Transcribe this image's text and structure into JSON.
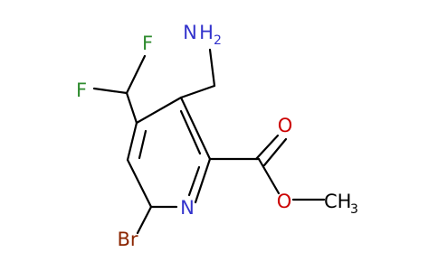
{
  "atoms": {
    "nitrogen_amine": "N",
    "amine_h": "H",
    "amine_h_count": "2",
    "fluorine_top": "F",
    "fluorine_left": "F",
    "ring_nitrogen": "N",
    "bromine": "Br",
    "carbonyl_oxygen": "O",
    "ester_oxygen": "O",
    "methyl_c": "CH",
    "methyl_h_count": "3"
  },
  "colors": {
    "bond": "#000000",
    "nitrogen": "#3333cc",
    "oxygen": "#cc0000",
    "fluorine": "#2e8b2e",
    "bromine": "#8b2500",
    "carbon": "#000000"
  }
}
